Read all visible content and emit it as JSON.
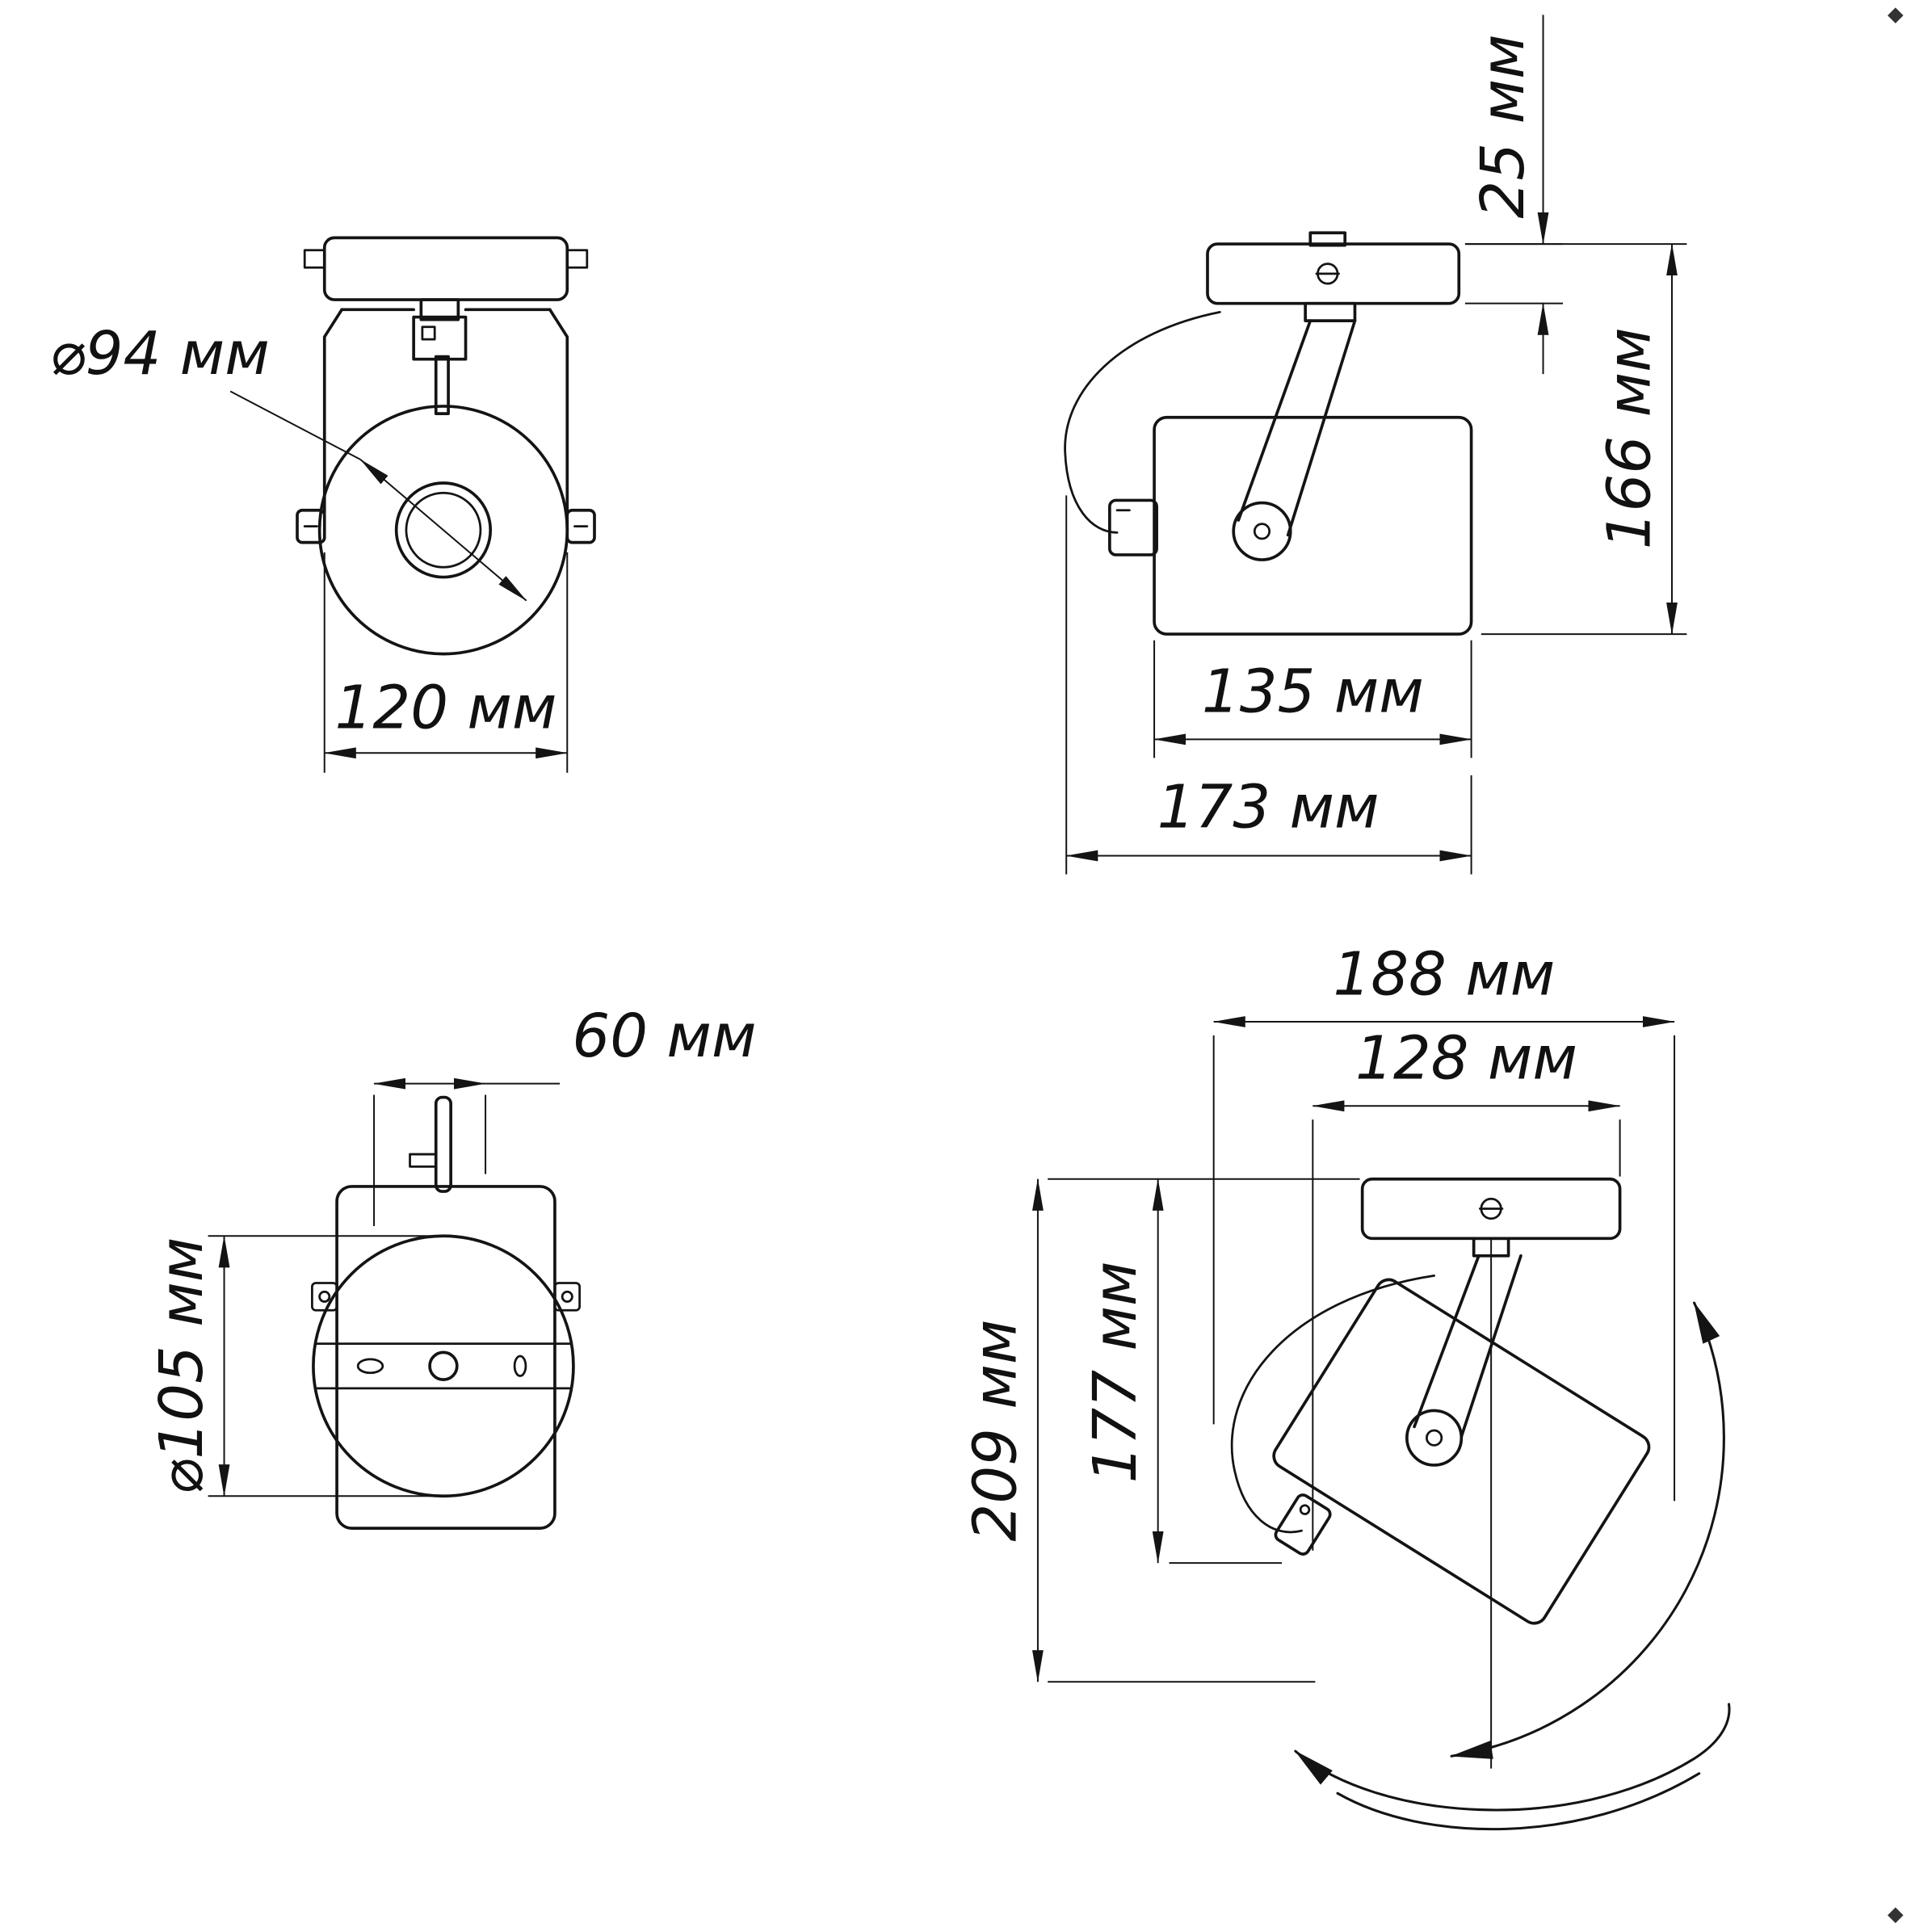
{
  "colors": {
    "background": "#ffffff",
    "ink": "#141414"
  },
  "views": {
    "front": {
      "dims": {
        "lens_diameter": "⌀94 мм",
        "width": "120 мм"
      }
    },
    "side": {
      "dims": {
        "plate_thickness": "25 мм",
        "overall_height": "166 мм",
        "body_length": "135 мм",
        "overall_length": "173 мм"
      }
    },
    "bottom": {
      "dims": {
        "stem_offset": "60 мм",
        "body_diameter": "⌀105 мм"
      }
    },
    "swivel": {
      "dims": {
        "overall_width": "188 мм",
        "plate_width": "128 мм",
        "overall_height": "209 мм",
        "body_drop": "177 мм"
      }
    }
  }
}
